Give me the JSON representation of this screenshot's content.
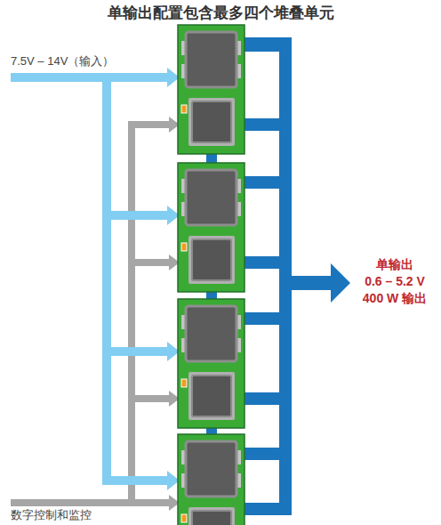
{
  "diagram": {
    "title": "单输出配置包含最多四个堆叠单元",
    "labels": [
      "7.5V – 14V（输入）",
      "单输出",
      "0.6 – 5.2 V",
      "400 W 输出",
      "数字控制和监控"
    ]
  }
}
